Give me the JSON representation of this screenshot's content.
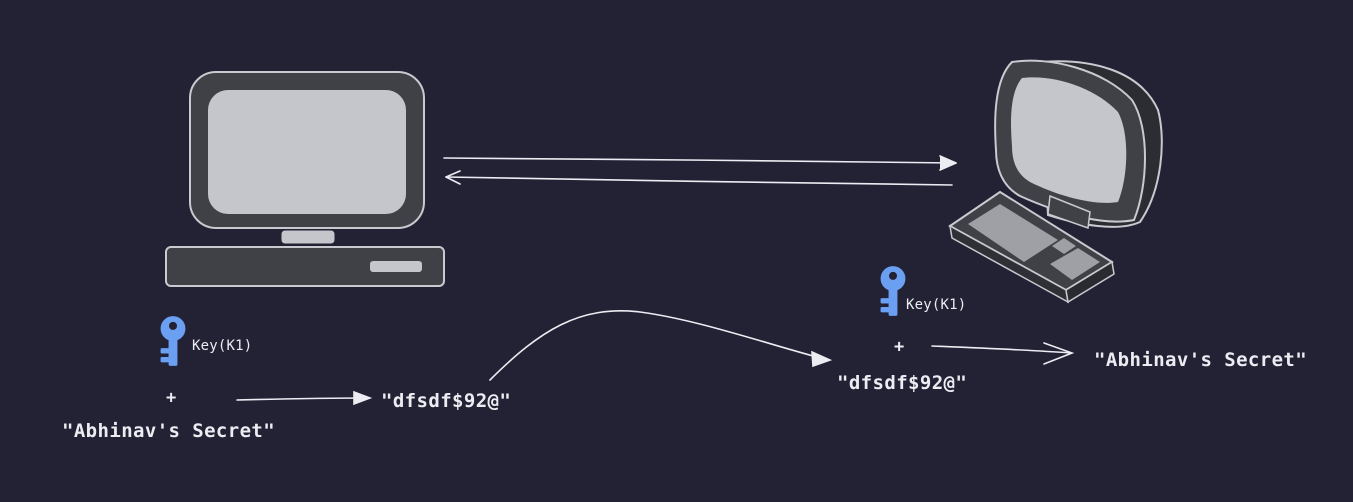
{
  "left_side": {
    "key_label": "Key(K1)",
    "plus": "+",
    "plaintext": "\"Abhinav's Secret\"",
    "ciphertext": "\"dfsdf$92@\""
  },
  "right_side": {
    "key_label": "Key(K1)",
    "plus": "+",
    "ciphertext": "\"dfsdf$92@\"",
    "plaintext": "\"Abhinav's Secret\""
  },
  "icons": {
    "left_computer": "desktop-computer-icon",
    "right_computer": "retro-computer-icon",
    "key": "key-icon"
  },
  "colors": {
    "background": "#232134",
    "key_blue": "#6a9ff2",
    "stroke": "#ececf2",
    "monitor_body": "#3f4147",
    "screen": "#c4c6cb"
  }
}
